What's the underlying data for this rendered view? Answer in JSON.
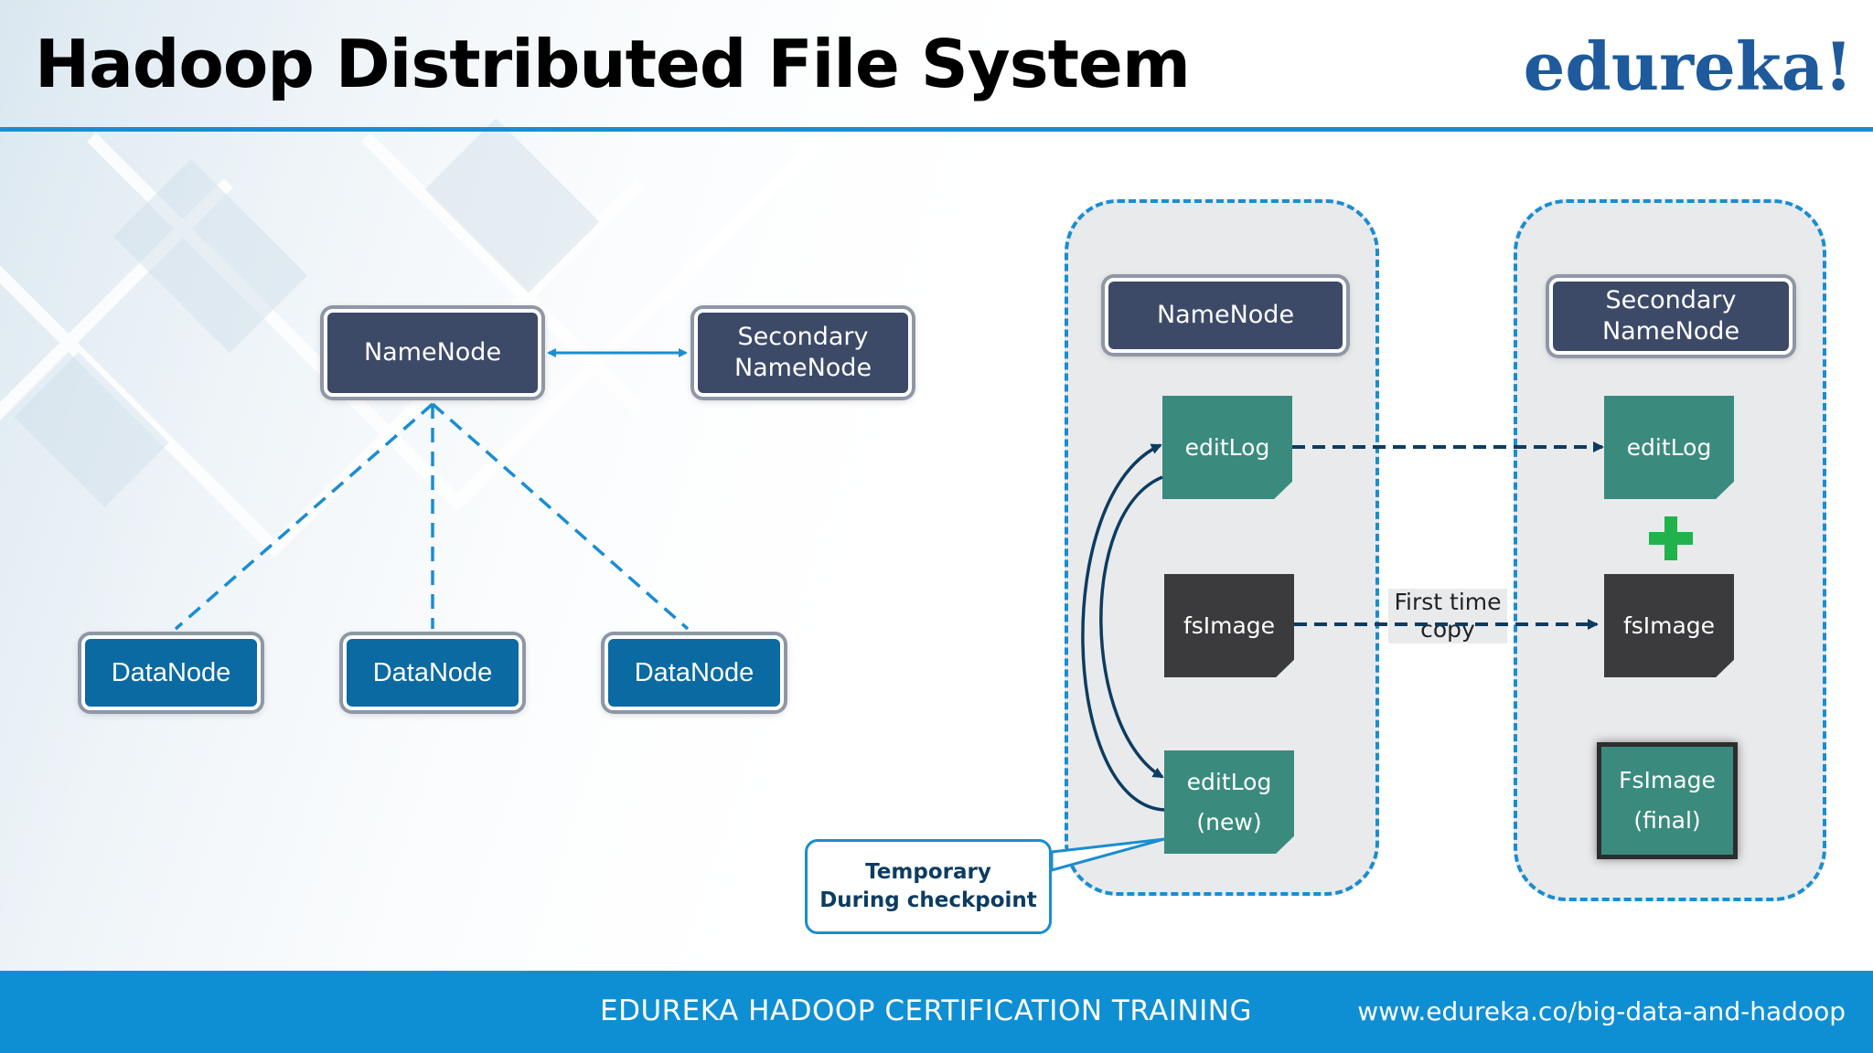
{
  "header": {
    "title": "Hadoop Distributed File System",
    "logo": "edureka!"
  },
  "left_diagram": {
    "namenode": "NameNode",
    "secondary_namenode": [
      "Secondary",
      "NameNode"
    ],
    "datanodes": [
      "DataNode",
      "DataNode",
      "DataNode"
    ]
  },
  "namenode_panel": {
    "title": "NameNode",
    "editlog": "editLog",
    "fsimage": "fsImage",
    "editlog_new": [
      "editLog",
      "(new)"
    ]
  },
  "secondary_panel": {
    "title": [
      "Secondary",
      "NameNode"
    ],
    "editlog": "editLog",
    "fsimage": "fsImage",
    "fsimage_final": [
      "FsImage",
      "(final)"
    ]
  },
  "labels": {
    "first_time_copy": [
      "First time",
      "copy"
    ],
    "callout": [
      "Temporary",
      "During checkpoint"
    ]
  },
  "footer": {
    "left": "EDUREKA HADOOP CERTIFICATION TRAINING",
    "right": "www.edureka.co/big-data-and-hadoop"
  },
  "colors": {
    "namenode_fill": "#3c4a68",
    "datanode_fill": "#0b6aa2",
    "editlog_fill": "#3a8b7d",
    "fsimage_fill": "#3b3b3d",
    "accent_blue": "#1a8dd0",
    "footer_bg": "#0f8fd3",
    "plus_green": "#22b24c"
  },
  "icons": {
    "plus": "plus-icon"
  }
}
